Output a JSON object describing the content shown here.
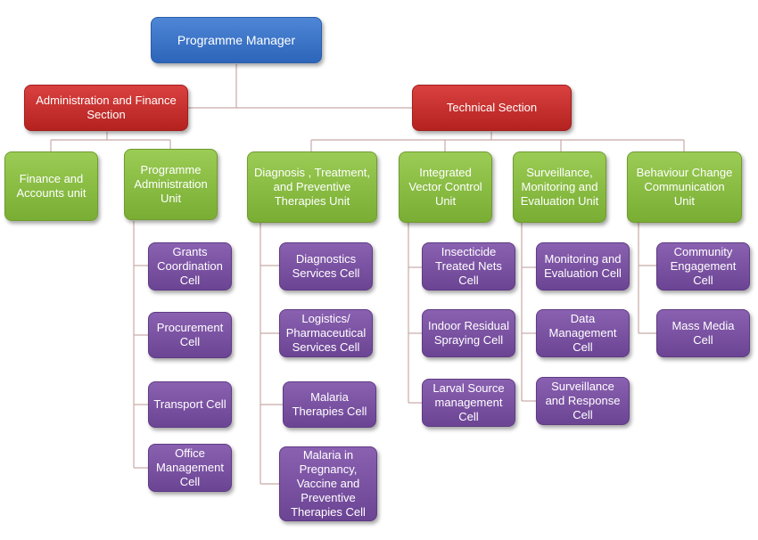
{
  "nodes": {
    "programme_manager": "Programme Manager",
    "admin_finance": "Administration and Finance\nSection",
    "technical": "Technical  Section",
    "finance_accounts": "Finance and\nAccounts unit",
    "programme_admin": "Programme\nAdministration\nUnit",
    "diagnosis": "Diagnosis , Treatment,\nand Preventive\nTherapies Unit",
    "ivc": "Integrated\nVector Control\nUnit",
    "surveillance": "Surveillance,\nMonitoring and\nEvaluation Unit",
    "bcc": "Behaviour Change\nCommunication\nUnit",
    "grants": "Grants\nCoordination\nCell",
    "procurement": "Procurement\nCell",
    "transport": "Transport Cell",
    "office": "Office\nManagement\nCell",
    "diagnostics": "Diagnostics\nServices Cell",
    "logistics": "Logistics/\nPharmaceutical\nServices  Cell",
    "malaria_therapies": "Malaria\nTherapies Cell",
    "malaria_pregnancy": "Malaria in\nPregnancy,\nVaccine and\nPreventive\nTherapies Cell",
    "itn": "Insecticide\nTreated Nets\nCell",
    "irs": "Indoor Residual\nSpraying  Cell",
    "larval": "Larval Source\nmanagement\nCell",
    "me": "Monitoring and\nEvaluation Cell",
    "data_mgmt": "Data\nManagement\nCell",
    "surv_response": "Surveillance\nand Response\nCell",
    "community": "Community\nEngagement\nCell",
    "mass_media": "Mass Media Cell"
  },
  "colors": {
    "top": "#3a74c8",
    "section": "#c93230",
    "unit": "#8bbd45",
    "cell": "#7b52a3",
    "connector": "#c8aaa8"
  }
}
